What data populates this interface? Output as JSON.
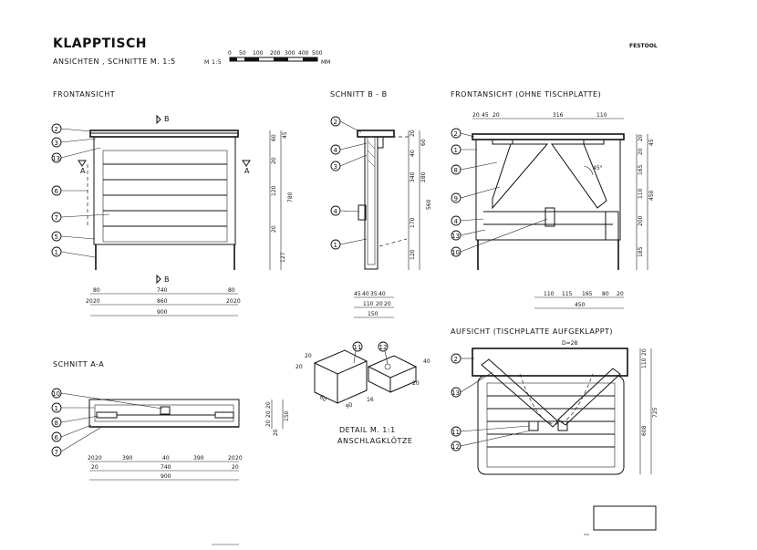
{
  "title": "KLAPPTISCH",
  "subtitle": "ANSICHTEN , SCHNITTE  M. 1:5",
  "scale_bar": {
    "label": "M 1:5",
    "ticks": [
      "0",
      "50",
      "100",
      "200",
      "300",
      "400",
      "500"
    ],
    "unit": "MM"
  },
  "brand": "FESTOOL",
  "views": {
    "front": {
      "title": "FRONTANSICHT",
      "section_marks": [
        "B",
        "B",
        "A",
        "A"
      ],
      "callouts": [
        "2",
        "3",
        "13",
        "6",
        "7",
        "5",
        "1"
      ],
      "dims_right": [
        "60",
        "45",
        "20",
        "120",
        "20",
        "780",
        "127"
      ],
      "dims_bottom_row1": [
        "80",
        "740",
        "80"
      ],
      "dims_bottom_row2": [
        "20",
        "20",
        "860",
        "20",
        "20"
      ],
      "dims_bottom_row3": [
        "900"
      ]
    },
    "section_b": {
      "title": "SCHNITT B - B",
      "callouts": [
        "2",
        "4",
        "3",
        "4",
        "1"
      ],
      "dims_right": [
        "20",
        "60",
        "40",
        "340",
        "280",
        "560",
        "170",
        "120"
      ],
      "dims_bottom_row1": [
        "45",
        "40",
        "35",
        "40"
      ],
      "dims_bottom_row2": [
        "110",
        "20",
        "20"
      ],
      "dims_bottom_row3": [
        "150"
      ]
    },
    "front_no_top": {
      "title": "FRONTANSICHT  (OHNE TISCHPLATTE)",
      "callouts": [
        "2",
        "1",
        "8",
        "9",
        "4",
        "13",
        "10"
      ],
      "dims_top": [
        "20",
        "45",
        "20",
        "316",
        "110"
      ],
      "dims_right": [
        "20",
        "45",
        "20",
        "165",
        "110",
        "450",
        "200",
        "185"
      ],
      "angle": "45°",
      "dims_bottom_row1": [
        "110",
        "115",
        "165",
        "80",
        "20"
      ],
      "dims_bottom_row2": [
        "450"
      ]
    },
    "section_a": {
      "title": "SCHNITT A-A",
      "callouts": [
        "10",
        "1",
        "8",
        "6",
        "7"
      ],
      "dims_right": [
        "20",
        "20",
        "20",
        "20",
        "150"
      ],
      "dims_bottom_row1": [
        "20",
        "20",
        "390",
        "40",
        "390",
        "20",
        "20"
      ],
      "dims_bottom_row2": [
        "20",
        "740",
        "20"
      ],
      "dims_bottom_row3": [
        "900"
      ]
    },
    "detail": {
      "title": "DETAIL   M. 1:1",
      "subtitle": "ANSCHLAGKLÖTZE",
      "callouts": [
        "11",
        "12"
      ],
      "dims": [
        "20",
        "20",
        "60",
        "90",
        "40",
        "16",
        "20"
      ]
    },
    "top_view": {
      "title": "AUFSICHT  (TISCHPLATTE AUFGEKLAPPT)",
      "callouts": [
        "2",
        "13",
        "11",
        "12"
      ],
      "dims_right": [
        "20",
        "110",
        "608",
        "725"
      ],
      "note": "D=28"
    }
  }
}
